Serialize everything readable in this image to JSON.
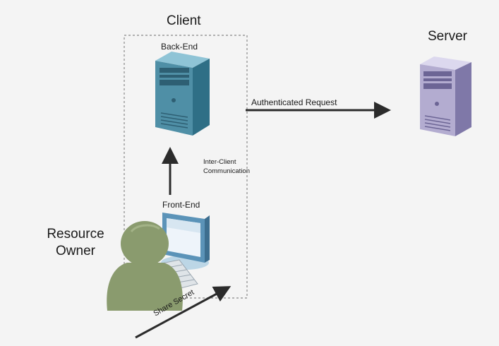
{
  "client": {
    "title": "Client"
  },
  "server": {
    "title": "Server"
  },
  "back_end": {
    "label": "Back-End"
  },
  "front_end": {
    "label": "Front-End"
  },
  "resource_owner": {
    "label": "Resource\nOwner"
  },
  "flows": {
    "authenticated_request": "Authenticated Request",
    "inter_client": "Inter-Client\nCommunication",
    "share_secret": "Share Secret"
  },
  "colors": {
    "back_end_server": "#4f8fa6",
    "server": "#b3acd0",
    "person": "#8a9b6e",
    "monitor": "#5b93b8",
    "arrow": "#2b2b2b",
    "boundary": "#9a9a9a"
  }
}
